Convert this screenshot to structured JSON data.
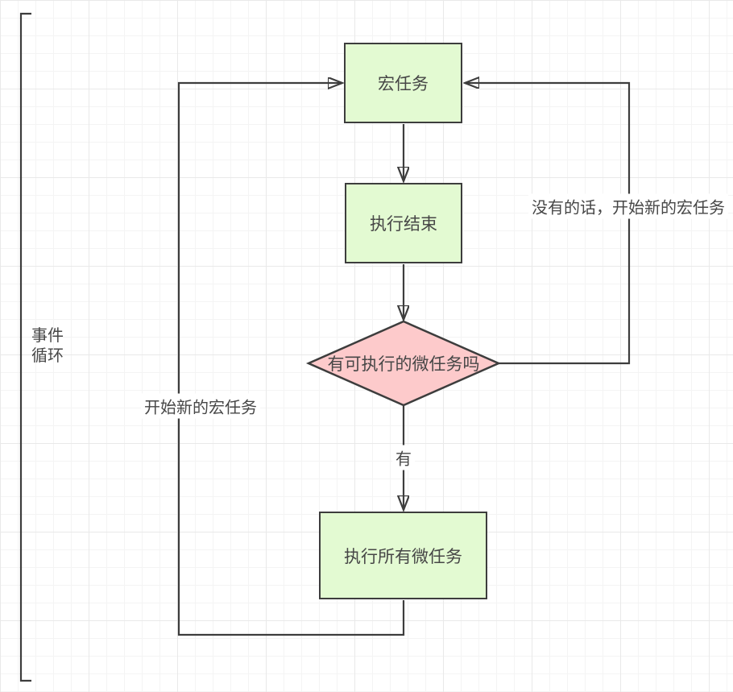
{
  "diagram_title": "事件循环",
  "bracket": {
    "label_line1": "事件",
    "label_line2": "循环"
  },
  "nodes": {
    "macro_task": {
      "label": "宏任务",
      "shape": "rect",
      "fill": "#e3fad2"
    },
    "execution_end": {
      "label": "执行结束",
      "shape": "rect",
      "fill": "#e3fad2"
    },
    "microtask_check": {
      "label": "有可执行的微任务吗",
      "shape": "diamond",
      "fill": "#fdcacb"
    },
    "run_all_microtasks": {
      "label": "执行所有微任务",
      "shape": "rect",
      "fill": "#e3fad2"
    }
  },
  "edges": {
    "yes_label": "有",
    "left_loop_label": "开始新的宏任务",
    "right_loop_label": "没有的话，开始新的宏任务"
  },
  "colors": {
    "node_green": "#e3fad2",
    "node_pink": "#fdcacb",
    "stroke": "#3d3d3d",
    "text": "#474747",
    "grid_minor": "#f4f4f4",
    "grid_major": "#e9e9e9",
    "background": "#ffffff"
  }
}
